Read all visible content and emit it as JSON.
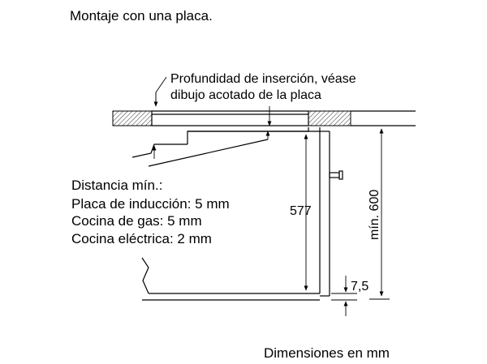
{
  "title": "Montaje con una placa.",
  "insertion_note": {
    "line1": "Profundidad de inserción, véase",
    "line2": "dibujo acotado de la placa"
  },
  "min_distance": {
    "heading": "Distancia mín.:",
    "items": [
      "Placa de inducción: 5 mm",
      "Cocina de gas: 5 mm",
      "Cocina eléctrica: 2 mm"
    ]
  },
  "dimensions": {
    "oven_height": "577",
    "min_niche": "mín. 600",
    "bottom_gap": "7,5"
  },
  "units_note": "Dimensiones en mm",
  "colors": {
    "line": "#000000",
    "background": "#ffffff",
    "hatch": "#000000"
  }
}
